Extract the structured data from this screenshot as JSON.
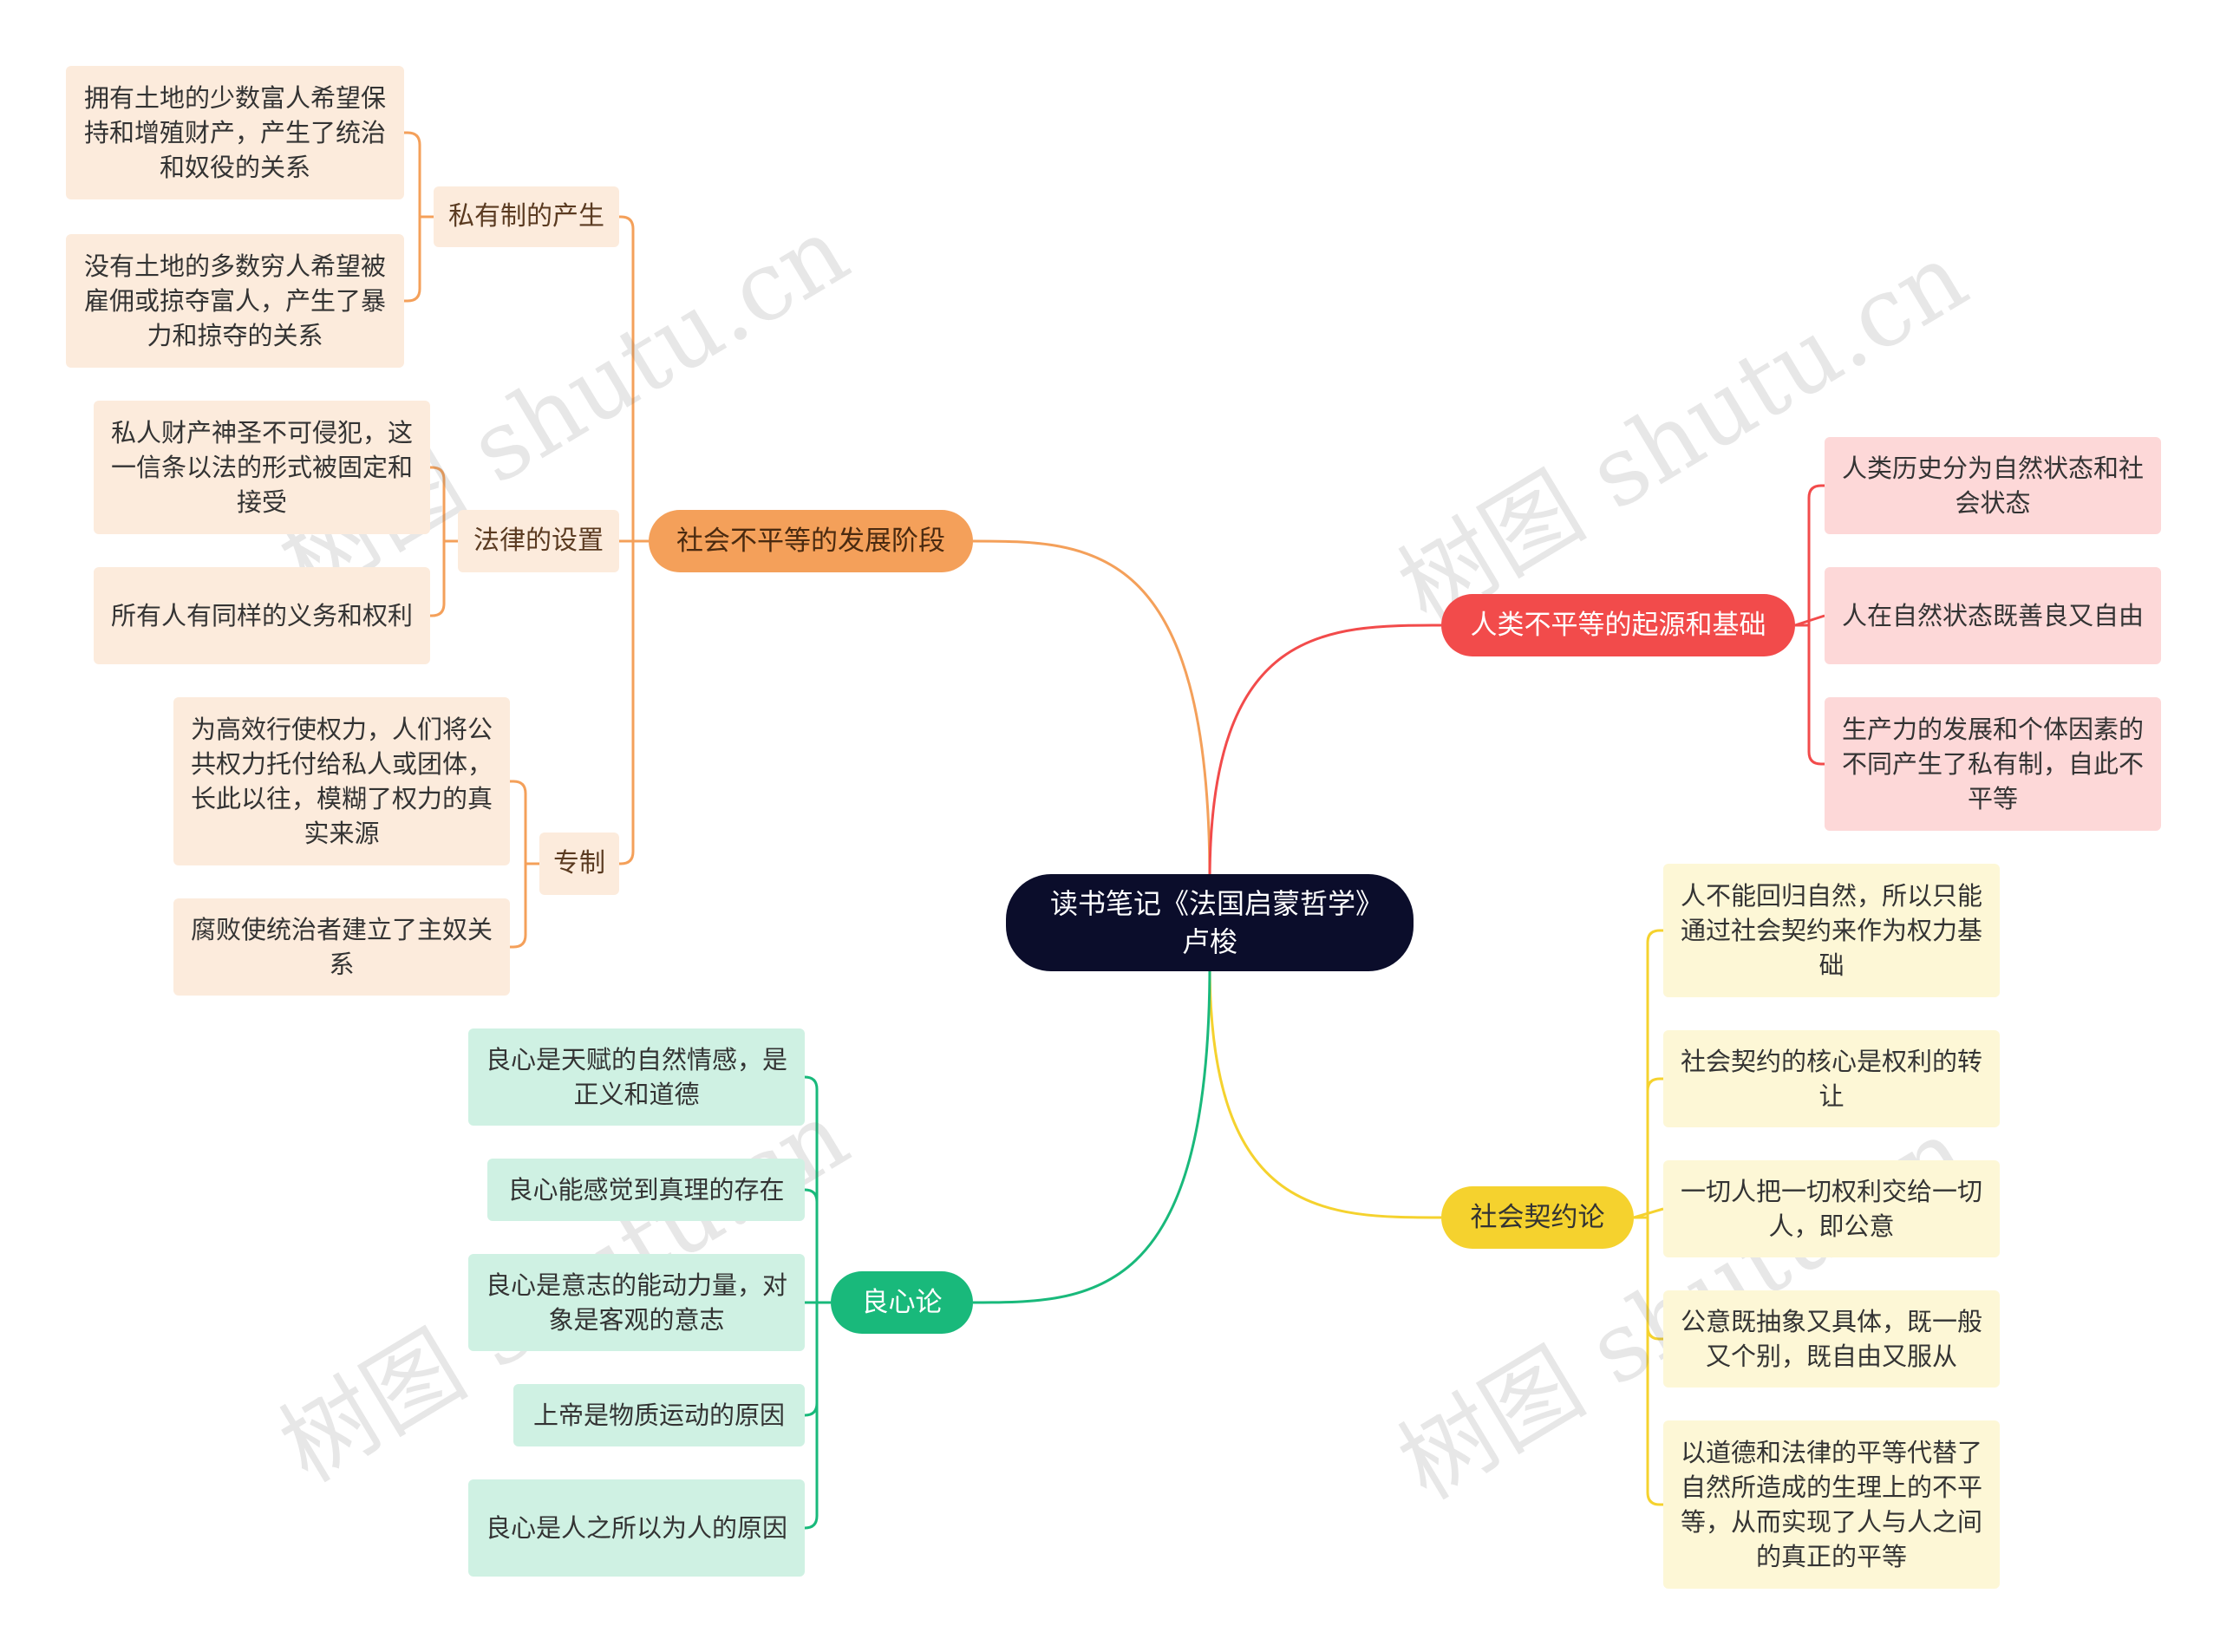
{
  "colors": {
    "center_bg": "#0b0d2b",
    "orange": "#f4a05a",
    "orange_light": "#fcebdc",
    "red": "#f24b4b",
    "red_light": "#fdd8d8",
    "yellow": "#f5d22e",
    "yellow_light": "#fdf7d6",
    "green": "#19b97b",
    "green_light": "#cff1e3"
  },
  "center": {
    "title": "读书笔记《法国启蒙哲学》卢梭"
  },
  "branches": {
    "stages": {
      "label": "社会不平等的发展阶段",
      "private": {
        "label": "私有制的产生",
        "items": [
          "拥有土地的少数富人希望保持和增殖财产，产生了统治和奴役的关系",
          "没有土地的多数穷人希望被雇佣或掠夺富人，产生了暴力和掠夺的关系"
        ]
      },
      "law": {
        "label": "法律的设置",
        "items": [
          "私人财产神圣不可侵犯，这一信条以法的形式被固定和接受",
          "所有人有同样的义务和权利"
        ]
      },
      "despot": {
        "label": "专制",
        "items": [
          "为高效行使权力，人们将公共权力托付给私人或团体，长此以往，模糊了权力的真实来源",
          "腐败使统治者建立了主奴关系"
        ]
      }
    },
    "origin": {
      "label": "人类不平等的起源和基础",
      "items": [
        "人类历史分为自然状态和社会状态",
        "人在自然状态既善良又自由",
        "生产力的发展和个体因素的不同产生了私有制，自此不平等"
      ]
    },
    "contract": {
      "label": "社会契约论",
      "items": [
        "人不能回归自然，所以只能通过社会契约来作为权力基础",
        "社会契约的核心是权利的转让",
        "一切人把一切权利交给一切人，即公意",
        "公意既抽象又具体，既一般又个别，既自由又服从",
        "以道德和法律的平等代替了自然所造成的生理上的不平等，从而实现了人与人之间的真正的平等"
      ]
    },
    "conscience": {
      "label": "良心论",
      "items": [
        "良心是天赋的自然情感，是正义和道德",
        "良心能感觉到真理的存在",
        "良心是意志的能动力量，对象是客观的意志",
        "上帝是物质运动的原因",
        "良心是人之所以为人的原因"
      ]
    }
  },
  "watermark": "树图 shutu.cn"
}
